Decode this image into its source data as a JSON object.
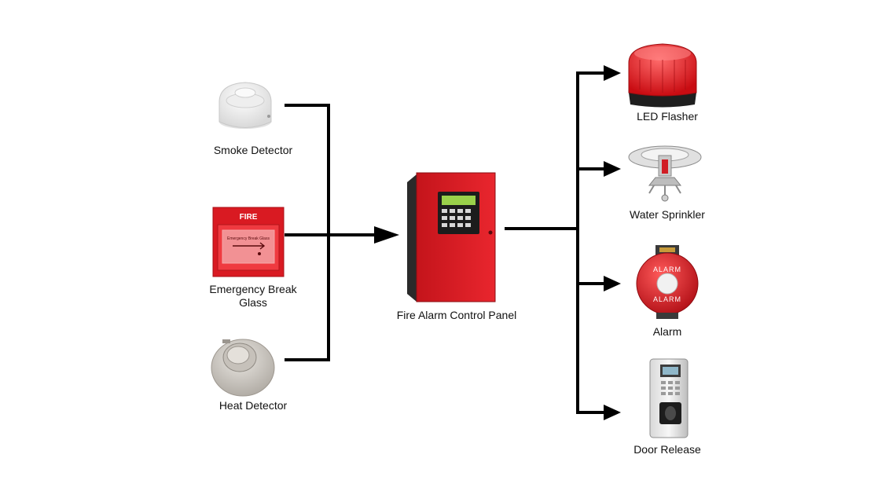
{
  "diagram": {
    "inputs": [
      {
        "id": "smoke",
        "label": "Smoke Detector",
        "icon": "smoke-detector-icon"
      },
      {
        "id": "breakglass",
        "label": "Emergency Break Glass",
        "icon": "break-glass-icon",
        "device_text": "FIRE",
        "glass_text": "Emergency Break Glass"
      },
      {
        "id": "heat",
        "label": "Heat Detector",
        "icon": "heat-detector-icon"
      }
    ],
    "panel": {
      "label": "Fire Alarm Control Panel",
      "icon": "control-panel-icon"
    },
    "outputs": [
      {
        "id": "flasher",
        "label": "LED Flasher",
        "icon": "led-flasher-icon"
      },
      {
        "id": "sprinkler",
        "label": "Water Sprinkler",
        "icon": "sprinkler-icon"
      },
      {
        "id": "alarm",
        "label": "Alarm",
        "icon": "alarm-bell-icon",
        "device_text": "ALARM"
      },
      {
        "id": "door",
        "label": "Door Release",
        "icon": "door-release-icon"
      }
    ]
  },
  "colors": {
    "line": "#000000",
    "device_red": "#e8232b",
    "device_dark_red": "#b5121b",
    "white_device": "#f2f2f2",
    "grey_device": "#cfcac3"
  }
}
